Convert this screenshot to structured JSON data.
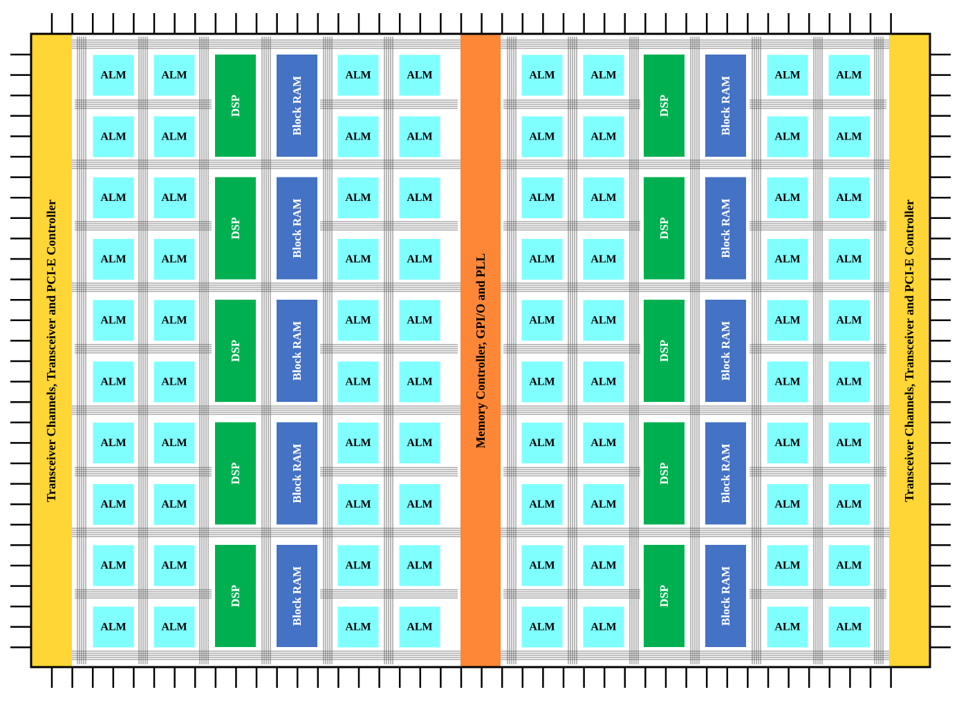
{
  "labels": {
    "alm": "ALM",
    "dsp": "DSP",
    "block_ram": "Block RAM",
    "left_column": "Transceiver Channels, Transceiver and PCI-E Controller",
    "center_column": "Memory Controller, GPI/O and PLL",
    "right_column": "Transceiver Channels, Transceiver and PCI-E Controller"
  },
  "layout": {
    "row_groups": 5,
    "alm_rows_per_group": 2,
    "alm_columns_per_half": 4
  },
  "colors": {
    "alm": "#80ffff",
    "dsp": "#00b050",
    "block_ram": "#4472c4",
    "transceiver": "#ffd635",
    "memory_controller": "#fd8736",
    "routing": "#505050",
    "outline": "#000000"
  }
}
